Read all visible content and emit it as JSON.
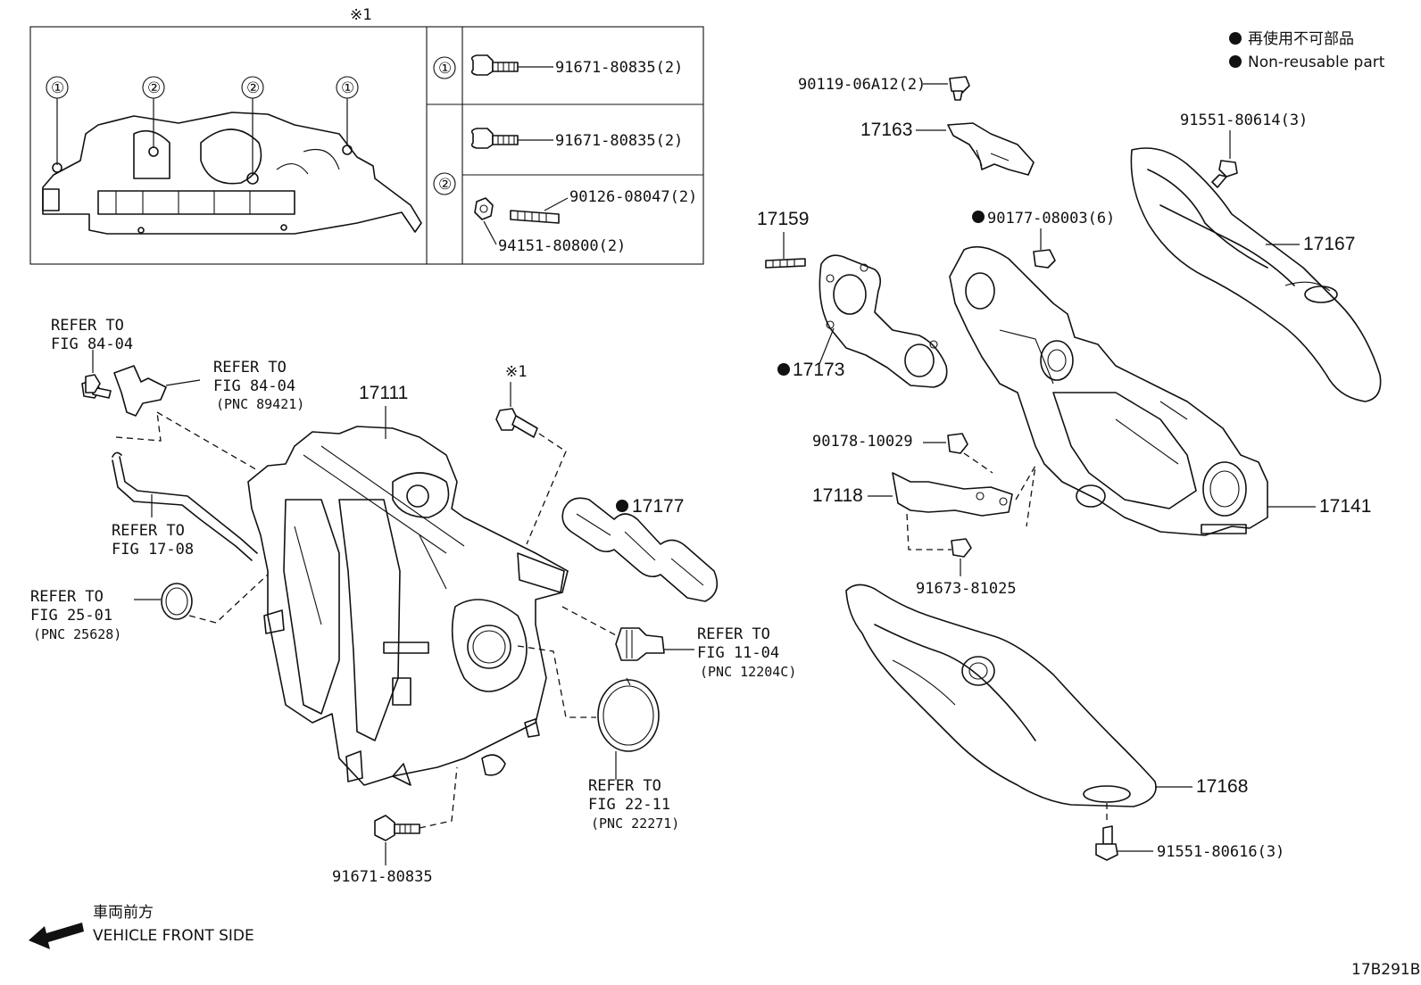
{
  "diagram_code": "17B291B",
  "legend": {
    "jp": "再使用不可部品",
    "en": "Non-reusable part"
  },
  "front": {
    "jp": "車両前方",
    "en": "VEHICLE FRONT SIDE"
  },
  "inset": {
    "mark": "※1",
    "callouts": {
      "one": "①",
      "two": "②"
    },
    "rows": [
      {
        "key": "①",
        "parts": [
          "91671-80835(2)"
        ]
      },
      {
        "key": "②",
        "parts": [
          "91671-80835(2)",
          "90126-08047(2)",
          "94151-80800(2)"
        ]
      }
    ]
  },
  "labels": {
    "p17111": "17111",
    "p17177": "17177",
    "p17159": "17159",
    "p17173": "17173",
    "p17163": "17163",
    "p17167": "17167",
    "p17141": "17141",
    "p17118": "17118",
    "p17168": "17168",
    "b90119": "90119-06A12(2)",
    "b91551a": "91551-80614(3)",
    "b90177": "90177-08003(6)",
    "b90178": "90178-10029",
    "b91673": "91673-81025",
    "b91551b": "91551-80616(3)",
    "b91671": "91671-80835",
    "mark1": "※1"
  },
  "refs": {
    "r1": {
      "a": "REFER TO",
      "b": "FIG 84-04",
      "c": ""
    },
    "r2": {
      "a": "REFER TO",
      "b": "FIG 84-04",
      "c": "(PNC 89421)"
    },
    "r3": {
      "a": "REFER TO",
      "b": "FIG 17-08",
      "c": ""
    },
    "r4": {
      "a": "REFER TO",
      "b": "FIG 25-01",
      "c": "(PNC 25628)"
    },
    "r5": {
      "a": "REFER TO",
      "b": "FIG 11-04",
      "c": "(PNC 12204C)"
    },
    "r6": {
      "a": "REFER TO",
      "b": "FIG 22-11",
      "c": "(PNC 22271)"
    }
  }
}
